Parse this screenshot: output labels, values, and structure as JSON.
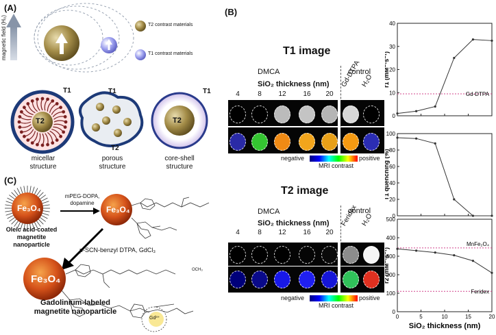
{
  "panel_a": {
    "label": "(A)",
    "axis_label": "magnetic field (H₀)",
    "legend": [
      {
        "text": "T2 contrast materials",
        "color": "#a08a4a"
      },
      {
        "text": "T1 contrast materials",
        "color": "#8a8de6"
      }
    ],
    "structures": [
      {
        "name": "micellar",
        "name2": "structure",
        "core": "T2",
        "shell": "T1"
      },
      {
        "name": "porous",
        "name2": "structure",
        "core": "T2",
        "shell": "T1"
      },
      {
        "name": "core-shell",
        "name2": "structure",
        "core": "T2",
        "shell": "T1"
      }
    ]
  },
  "panel_c": {
    "label": "(C)",
    "core": "Fe₃O₄",
    "step1": [
      "mPEG-DOPA,",
      "dopamine"
    ],
    "start_caption": [
      "Oleic acid-coated",
      "magnetite nanoparticle"
    ],
    "step2": "p-SCN-benzyl DTPA, GdCl₃",
    "product_caption": [
      "Gadolinium-labeled",
      "magnetite nanoparticle"
    ],
    "gd": "Gd³⁺",
    "och3": "OCH₃"
  },
  "panel_b": {
    "label": "(B)",
    "t1": {
      "title": "T1 image",
      "dmca": "DMCA",
      "control": "control",
      "thickness_label": "SiO₂ thickness (nm)",
      "columns": [
        "4",
        "8",
        "12",
        "16",
        "20"
      ],
      "controls": [
        "Gd-DTPA",
        "H₂O"
      ],
      "gray": [
        "#000",
        "#000",
        "#bbb",
        "#c4c4c4",
        "#b5b5b5"
      ],
      "gray_ctrl": [
        "#d8d8d8",
        "#000"
      ],
      "colors": [
        "#2a2aa6",
        "#34c431",
        "#f08a14",
        "#f2a51c",
        "#e8a018"
      ],
      "colors_ctrl": [
        "#f59a12",
        "#2b2db4"
      ]
    },
    "t2": {
      "title": "T2 image",
      "dmca": "DMCA",
      "control": "control",
      "thickness_label": "SiO₂ thickness (nm)",
      "columns": [
        "4",
        "8",
        "12",
        "16",
        "20"
      ],
      "controls": [
        "Feridex",
        "H₂O"
      ],
      "gray": [
        "#000",
        "#000",
        "#000",
        "#050505",
        "#0a0a0a"
      ],
      "gray_ctrl": [
        "#8c8c8c",
        "#f5f5f5"
      ],
      "colors": [
        "#00007a",
        "#0a0a8a",
        "#1818e8",
        "#1f1ff0",
        "#1616d8"
      ],
      "colors_ctrl": [
        "#30c25a",
        "#e03020"
      ]
    },
    "colorbar": {
      "negative": "negative",
      "positive": "positive",
      "caption": "MRI contrast"
    }
  },
  "chart_data": [
    {
      "type": "line",
      "ylabel": "r1 (mM⁻¹s⁻¹)",
      "x": [
        0,
        4,
        8,
        12,
        16,
        20
      ],
      "values": [
        1,
        2,
        4,
        25,
        33,
        32.5
      ],
      "ylim": [
        0,
        40
      ],
      "yticks": [
        0,
        10,
        20,
        30,
        40
      ],
      "xlim": [
        0,
        20
      ],
      "reference": {
        "label": "Gd-DTPA",
        "value": 9.5
      }
    },
    {
      "type": "line",
      "ylabel": "T1 quenching (%)",
      "x": [
        0,
        4,
        8,
        12,
        16,
        20
      ],
      "values": [
        95,
        94,
        88,
        20,
        0,
        0
      ],
      "ylim": [
        0,
        100
      ],
      "yticks": [
        0,
        20,
        40,
        60,
        80,
        100
      ],
      "xlim": [
        0,
        20
      ]
    },
    {
      "type": "line",
      "ylabel": "r2 (mM⁻¹s⁻¹)",
      "xlabel": "SiO₂ thickness (nm)",
      "x": [
        0,
        4,
        8,
        12,
        16,
        20
      ],
      "values": [
        340,
        330,
        320,
        305,
        275,
        210
      ],
      "ylim": [
        0,
        500
      ],
      "yticks": [
        0,
        100,
        200,
        300,
        400,
        500
      ],
      "xticks": [
        0,
        5,
        10,
        15,
        20
      ],
      "xlim": [
        0,
        20
      ],
      "references": [
        {
          "label": "MnFe₂O₄",
          "value": 345
        },
        {
          "label": "Feridex",
          "value": 110
        }
      ]
    }
  ]
}
